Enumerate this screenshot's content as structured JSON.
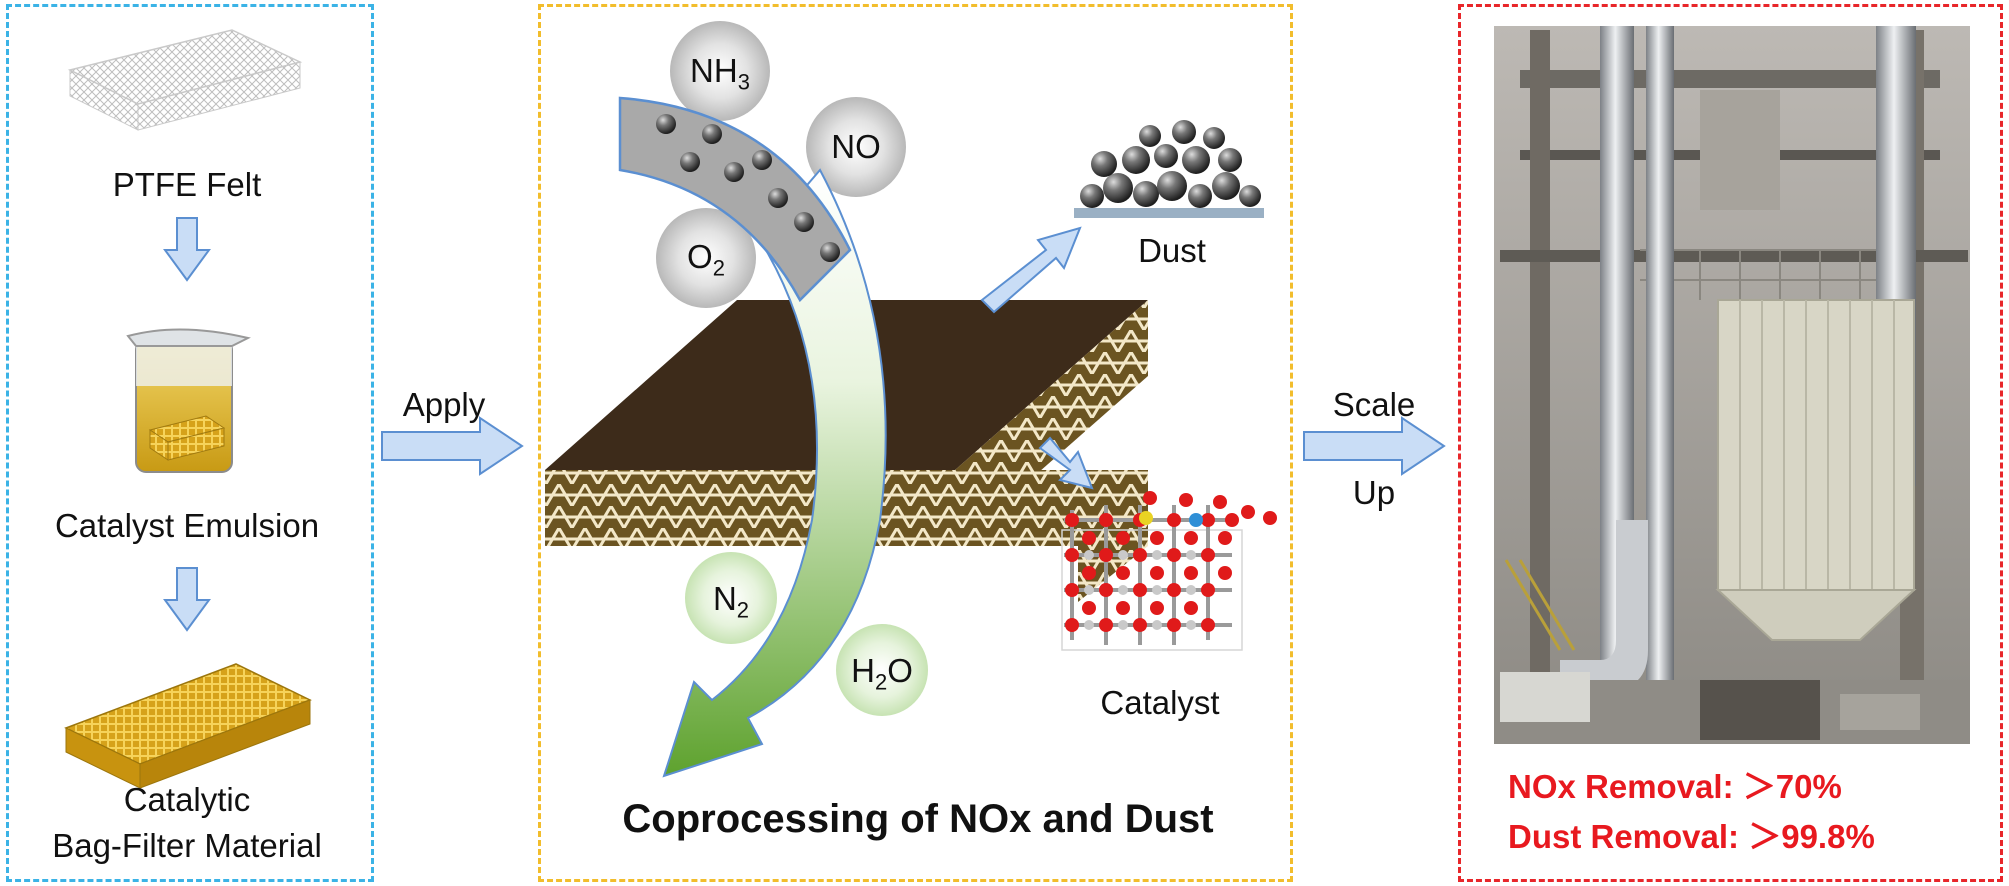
{
  "left": {
    "felt_label": "PTFE Felt",
    "emulsion_label": "Catalyst Emulsion",
    "material_label_line1": "Catalytic",
    "material_label_line2": "Bag-Filter Material"
  },
  "arrows": {
    "apply": "Apply",
    "scale": "Scale",
    "up": "Up"
  },
  "middle": {
    "nh3": {
      "main": "NH",
      "sub": "3"
    },
    "no": "NO",
    "o2": {
      "main": "O",
      "sub": "2"
    },
    "n2": {
      "main": "N",
      "sub": "2"
    },
    "h2o": {
      "pre": "H",
      "sub": "2",
      "post": "O"
    },
    "dust": "Dust",
    "catalyst": "Catalyst",
    "caption": "Coprocessing of NOx and Dust"
  },
  "right": {
    "nox_removal": "NOx Removal: ＞70%",
    "dust_removal": "Dust Removal: ＞99.8%"
  },
  "colors": {
    "left_border": "#3bb3e6",
    "mid_border": "#f2bd2c",
    "right_border": "#e8262a",
    "arrow_fill": "#c9ddf6",
    "arrow_stroke": "#5b8fd1",
    "result_text": "#e8191f"
  }
}
